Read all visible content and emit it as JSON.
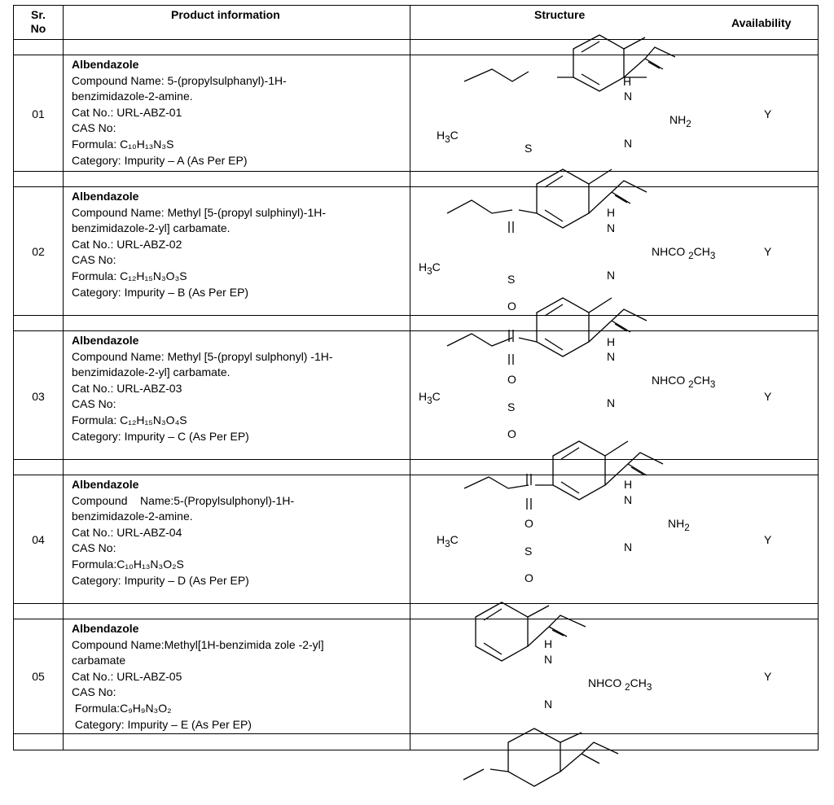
{
  "header": {
    "sr_no": "Sr.\nNo",
    "product_information": "Product information",
    "structure": "Structure",
    "availability": "Availability"
  },
  "rows": [
    {
      "sr": "01",
      "name": "Albendazole",
      "compound": "Compound Name: 5-(propylsulphanyl)-1H-",
      "compound2": "benzimidazole-2-amine.",
      "cat": "Cat No.: URL-ABZ-01",
      "cas": "CAS No:",
      "formula": "Formula: C₁₀H₁₃N₃S",
      "category": "Category: Impurity – A (As Per EP)",
      "availability": "Y",
      "struct": {
        "h3c": "H3C",
        "s": "S",
        "h": "H",
        "n1": "N",
        "n2": "N",
        "group": "NH2"
      }
    },
    {
      "sr": "02",
      "name": "Albendazole",
      "compound": "Compound Name: Methyl [5-(propyl sulphinyl)-1H-",
      "compound2": "benzimidazole-2-yl] carbamate.",
      "cat": "Cat No.: URL-ABZ-02",
      "cas": "CAS No:",
      "formula": "Formula: C₁₂H₁₅N₃O₃S",
      "category": "Category: Impurity – B (As Per EP)",
      "availability": "Y",
      "struct": {
        "h3c": "H3C",
        "s": "S",
        "o": "O",
        "h": "H",
        "n1": "N",
        "n2": "N",
        "group": "NHCO 2CH3"
      }
    },
    {
      "sr": "03",
      "name": "Albendazole",
      "compound": "Compound Name: Methyl [5-(propyl sulphonyl) -1H-",
      "compound2": "benzimidazole-2-yl] carbamate.",
      "cat": "Cat No.: URL-ABZ-03",
      "cas": "CAS No:",
      "formula": "Formula: C₁₂H₁₅N₃O₄S",
      "category": "Category: Impurity – C (As Per EP)",
      "availability": "Y",
      "struct": {
        "h3c": "H3C",
        "s": "S",
        "o1": "O",
        "o2": "O",
        "h": "H",
        "n1": "N",
        "n2": "N",
        "group": "NHCO 2CH3"
      }
    },
    {
      "sr": "04",
      "name": "Albendazole",
      "compound": "Compound    Name:5-(Propylsulphonyl)-1H-",
      "compound2": "benzimidazole-2-amine.",
      "cat": "Cat No.: URL-ABZ-04",
      "cas": "CAS No:",
      "formula": "Formula:C₁₀H₁₃N₃O₂S",
      "category": "Category: Impurity – D (As Per EP)",
      "availability": "Y",
      "struct": {
        "h3c": "H3C",
        "s": "S",
        "o1": "O",
        "o2": "O",
        "h": "H",
        "n1": "N",
        "n2": "N",
        "group": "NH2"
      }
    },
    {
      "sr": "05",
      "name": "Albendazole",
      "compound": "Compound Name:Methyl[1H-benzimida zole -2-yl]",
      "compound2": "carbamate",
      "cat": "Cat No.: URL-ABZ-05",
      "cas": "CAS No:",
      "formula": " Formula:C₉H₉N₃O₂",
      "category": " Category: Impurity – E (As Per EP)",
      "availability": "Y",
      "struct": {
        "h": "H",
        "n1": "N",
        "n2": "N",
        "group": "NHCO 2CH3"
      }
    }
  ]
}
